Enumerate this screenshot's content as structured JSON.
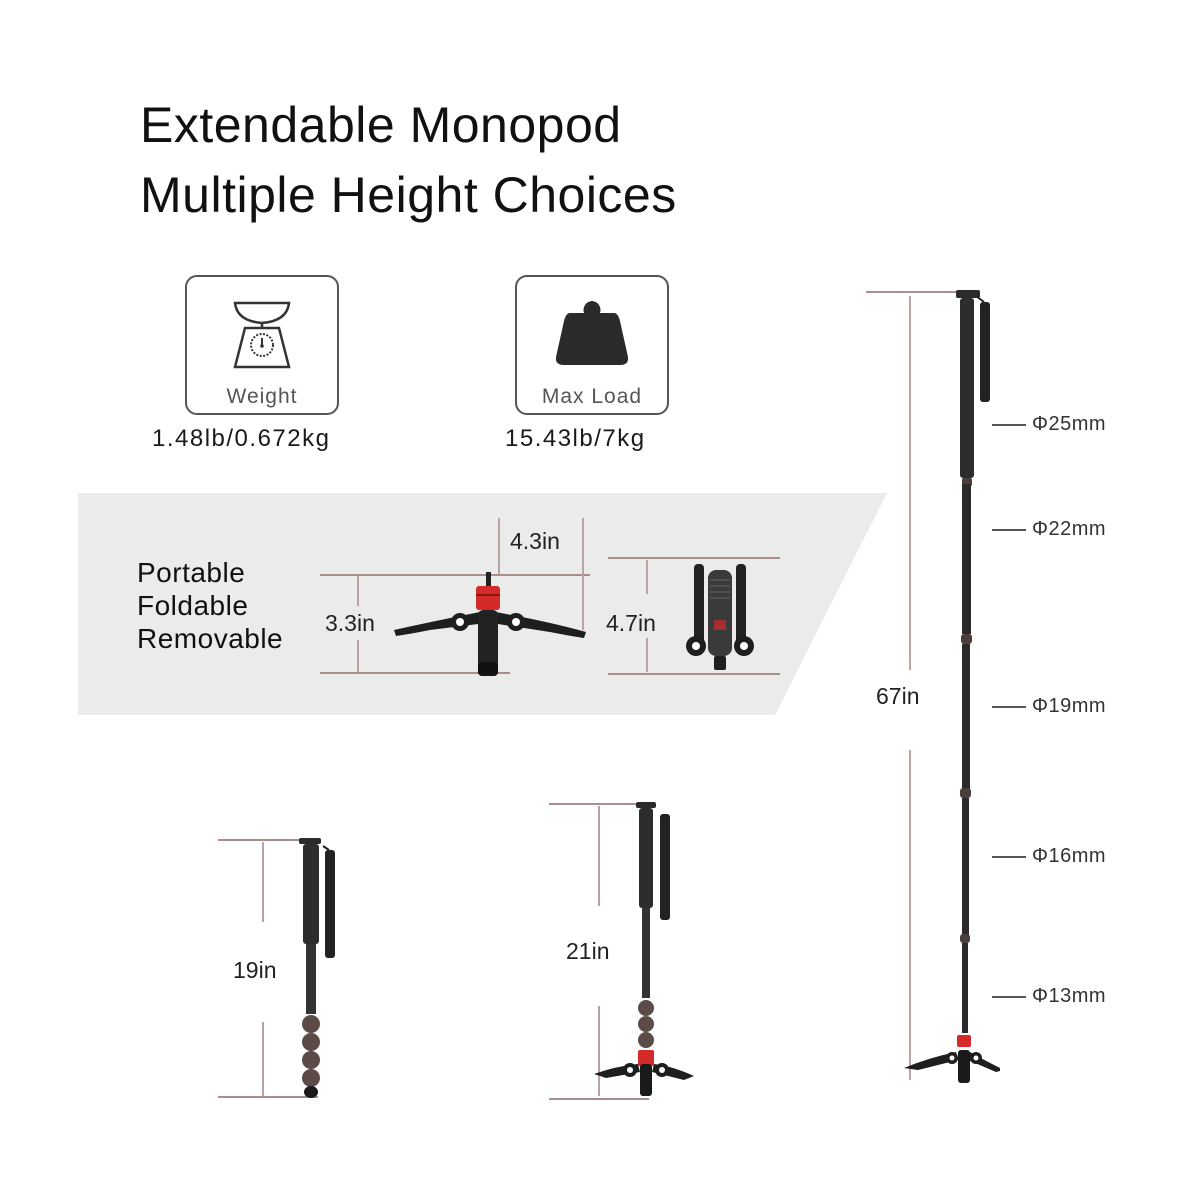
{
  "title": {
    "line1": "Extendable Monopod",
    "line2": "Multiple Height Choices"
  },
  "specs": [
    {
      "icon": "scale-icon",
      "label": "Weight",
      "value": "1.48lb/0.672kg"
    },
    {
      "icon": "weight-icon",
      "label": "Max Load",
      "value": "15.43lb/7kg"
    }
  ],
  "feature_band": {
    "lines": [
      "Portable",
      "Foldable",
      "Removable"
    ],
    "base_height_label": "3.3in",
    "base_leg_span_label": "4.3in",
    "folded_base_height_label": "4.7in",
    "background_color": "#ebebeb"
  },
  "heights": [
    {
      "label": "19in",
      "config": "monopod-without-base"
    },
    {
      "label": "21in",
      "config": "monopod-with-base-collapsed"
    },
    {
      "label": "67in",
      "config": "monopod-with-base-extended"
    }
  ],
  "tube_diameters": [
    "Φ25mm",
    "Φ22mm",
    "Φ19mm",
    "Φ16mm",
    "Φ13mm"
  ],
  "colors": {
    "accent_red": "#d42a2a",
    "dimension_line": "#b8a4a2",
    "text": "#111111"
  }
}
